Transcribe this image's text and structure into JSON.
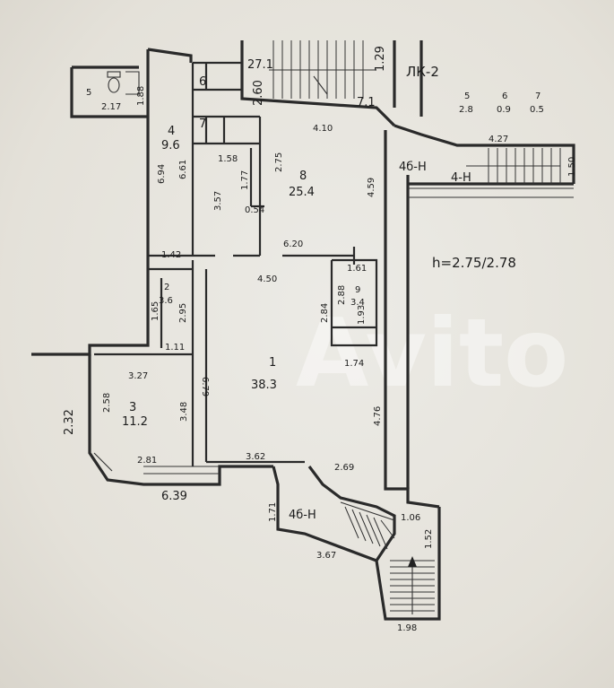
{
  "plan": {
    "height_note": "h=2.75/2.78",
    "stairs": [
      "ЛК-2",
      "4б-Н",
      "4-Н",
      "4б-Н"
    ],
    "rooms": [
      {
        "no": "1",
        "area": "38.3"
      },
      {
        "no": "2",
        "area": "3.6"
      },
      {
        "no": "3",
        "area": "11.2"
      },
      {
        "no": "4",
        "area": "9.6"
      },
      {
        "no": "5",
        "area": ""
      },
      {
        "no": "6",
        "area": ""
      },
      {
        "no": "7",
        "area": ""
      },
      {
        "no": "8",
        "area": "25.4"
      },
      {
        "no": "9",
        "area": "3.4"
      }
    ],
    "room_table": [
      {
        "no": "5",
        "area": "2.8"
      },
      {
        "no": "6",
        "area": "0.9"
      },
      {
        "no": "7",
        "area": "0.5"
      }
    ],
    "dimensions": [
      "2.17",
      "1.88",
      "6.94",
      "6.61",
      "1.42",
      "2.60",
      "27.1",
      "1.29",
      "7.1",
      "4.10",
      "2.75",
      "1.58",
      "1.77",
      "0.54",
      "3.57",
      "4.59",
      "4.27",
      "1.50",
      "6.20",
      "4.50",
      "1.61",
      "2.88",
      "2.84",
      "1.93",
      "1.74",
      "1.65",
      "2.95",
      "1.11",
      "3.27",
      "2.58",
      "3.48",
      "6.79",
      "2.32",
      "4.76",
      "2.81",
      "3.62",
      "2.69",
      "6.39",
      "1.71",
      "3.67",
      "1.06",
      "1.52",
      "1.98"
    ],
    "watermark": "Avito"
  }
}
